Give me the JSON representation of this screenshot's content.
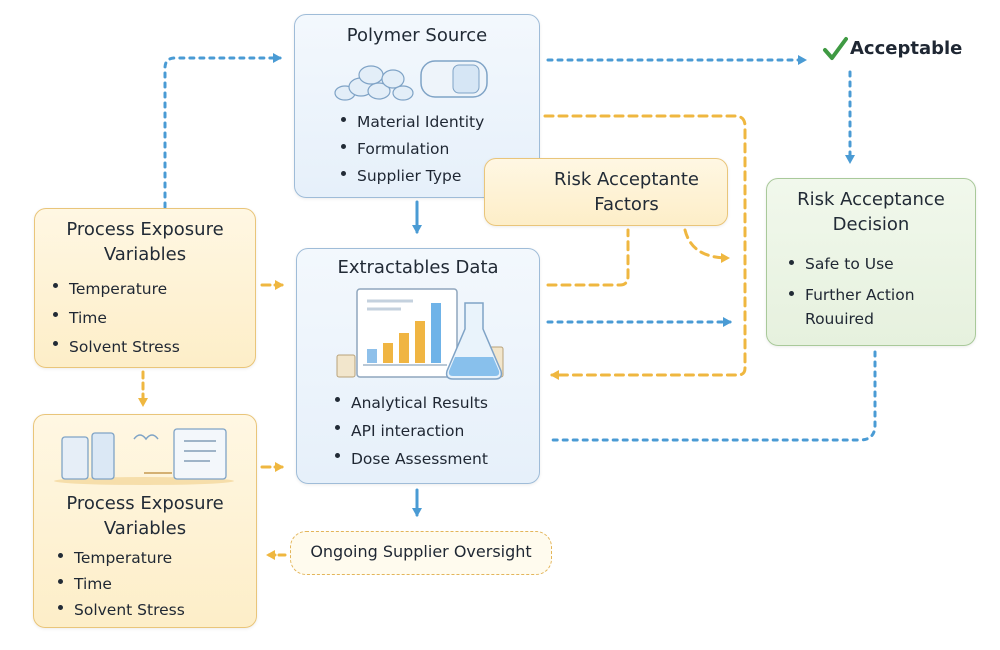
{
  "polymer_source": {
    "title": "Polymer Source",
    "items": [
      "Material Identity",
      "Formulation",
      "Supplier Type"
    ]
  },
  "acceptable": {
    "label": "Acceptable"
  },
  "risk_factors": {
    "title": "Risk Acceptante Factors"
  },
  "risk_decision": {
    "title": "Risk Acceptance Decision",
    "items": [
      "Safe to Use",
      "Further Action Rouuired"
    ]
  },
  "process_top": {
    "title": "Process Exposure Variables",
    "items": [
      "Temperature",
      "Time",
      "Solvent Stress"
    ]
  },
  "extractables": {
    "title": "Extractables Data",
    "items": [
      "Analytical Results",
      "API interaction",
      "Dose Assessment"
    ]
  },
  "process_bottom": {
    "title": "Process Exposure Variables",
    "items": [
      "Temperature",
      "Time",
      "Solvent Stress"
    ]
  },
  "oversight": {
    "label": "Ongoing Supplier Oversight"
  },
  "colors": {
    "blue_arrow": "#4a9bd4",
    "yellow_arrow": "#efb740",
    "check_green": "#3f9a43"
  }
}
